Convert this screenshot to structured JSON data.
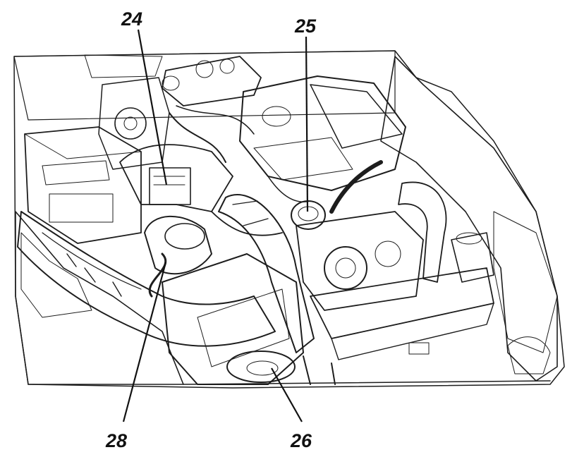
{
  "diagram": {
    "subject": "engine-compartment-illustration",
    "callouts": [
      {
        "id": "c24",
        "label": "24"
      },
      {
        "id": "c25",
        "label": "25"
      },
      {
        "id": "c26",
        "label": "26"
      },
      {
        "id": "c28",
        "label": "28"
      }
    ]
  }
}
